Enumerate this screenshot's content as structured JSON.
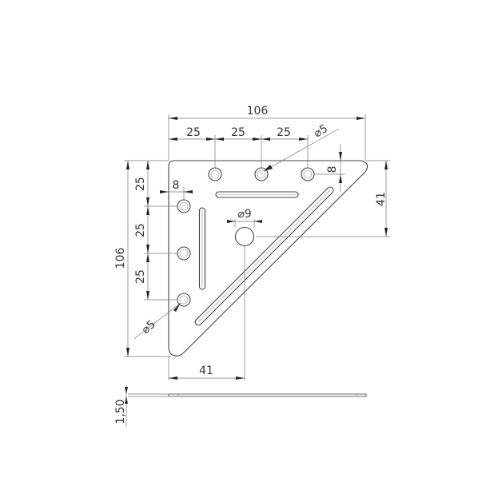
{
  "drawing": {
    "overall_width": "106",
    "overall_height": "106",
    "top_hole_spacing": [
      "25",
      "25",
      "25"
    ],
    "left_hole_spacing": [
      "25",
      "25",
      "25"
    ],
    "top_hole_diameter": "⌀5",
    "left_hole_diameter": "⌀5",
    "top_hole_edge_offset": "8",
    "left_hole_edge_offset": "8",
    "center_hole_diameter": "⌀9",
    "center_hole_from_top": "41",
    "center_hole_from_left": "41",
    "thickness": "1,50"
  },
  "colors": {
    "line": "#444444",
    "dimension": "#777777"
  }
}
